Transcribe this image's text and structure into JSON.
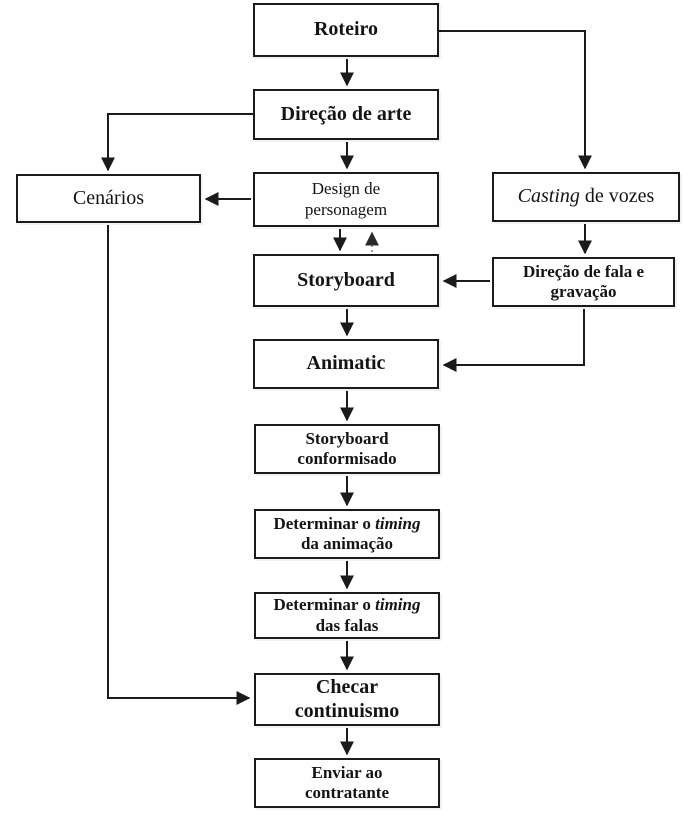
{
  "diagram": {
    "language": "pt-BR",
    "colors": {
      "ink": "#1b1b1b",
      "background": "#ffffff",
      "dashed_edge": "#999999"
    },
    "nodes": [
      {
        "id": "roteiro",
        "lines": [
          {
            "segments": [
              {
                "text": "Roteiro"
              }
            ]
          }
        ]
      },
      {
        "id": "direcao-de-arte",
        "lines": [
          {
            "segments": [
              {
                "text": "Direção de arte"
              }
            ]
          }
        ]
      },
      {
        "id": "cenarios",
        "lines": [
          {
            "segments": [
              {
                "text": "Cenários"
              }
            ]
          }
        ]
      },
      {
        "id": "design-de-personagem",
        "lines": [
          {
            "segments": [
              {
                "text": "Design de"
              }
            ]
          },
          {
            "segments": [
              {
                "text": "personagem"
              }
            ]
          }
        ]
      },
      {
        "id": "casting-de-vozes",
        "lines": [
          {
            "segments": [
              {
                "text": "Casting",
                "italic": true
              },
              {
                "text": " de vozes"
              }
            ]
          }
        ]
      },
      {
        "id": "storyboard",
        "lines": [
          {
            "segments": [
              {
                "text": "Storyboard"
              }
            ]
          }
        ]
      },
      {
        "id": "direcao-de-fala",
        "lines": [
          {
            "segments": [
              {
                "text": "Direção de fala e"
              }
            ]
          },
          {
            "segments": [
              {
                "text": "gravação"
              }
            ]
          }
        ]
      },
      {
        "id": "animatic",
        "lines": [
          {
            "segments": [
              {
                "text": "Animatic"
              }
            ]
          }
        ]
      },
      {
        "id": "storyboard-conformisado",
        "lines": [
          {
            "segments": [
              {
                "text": "Storyboard"
              }
            ]
          },
          {
            "segments": [
              {
                "text": "conformisado"
              }
            ]
          }
        ]
      },
      {
        "id": "timing-da-animacao",
        "lines": [
          {
            "segments": [
              {
                "text": "Determinar o "
              },
              {
                "text": "timing",
                "italic": true
              }
            ]
          },
          {
            "segments": [
              {
                "text": "da animação"
              }
            ]
          }
        ]
      },
      {
        "id": "timing-das-falas",
        "lines": [
          {
            "segments": [
              {
                "text": "Determinar o "
              },
              {
                "text": "timing",
                "italic": true
              }
            ]
          },
          {
            "segments": [
              {
                "text": "das falas"
              }
            ]
          }
        ]
      },
      {
        "id": "checar-continuismo",
        "lines": [
          {
            "segments": [
              {
                "text": "Checar continuismo"
              }
            ]
          }
        ]
      },
      {
        "id": "enviar-ao-contratante",
        "lines": [
          {
            "segments": [
              {
                "text": "Enviar ao"
              }
            ]
          },
          {
            "segments": [
              {
                "text": "contratante"
              }
            ]
          }
        ]
      }
    ],
    "edges": [
      {
        "from": "roteiro",
        "to": "direcao-de-arte",
        "style": "solid"
      },
      {
        "from": "roteiro",
        "to": "casting-de-vozes",
        "style": "solid"
      },
      {
        "from": "direcao-de-arte",
        "to": "design-de-personagem",
        "style": "solid"
      },
      {
        "from": "direcao-de-arte",
        "to": "cenarios",
        "style": "solid"
      },
      {
        "from": "design-de-personagem",
        "to": "cenarios",
        "style": "solid"
      },
      {
        "from": "design-de-personagem",
        "to": "storyboard",
        "style": "solid"
      },
      {
        "from": "storyboard",
        "to": "design-de-personagem",
        "style": "dashed"
      },
      {
        "from": "casting-de-vozes",
        "to": "direcao-de-fala",
        "style": "solid"
      },
      {
        "from": "direcao-de-fala",
        "to": "storyboard",
        "style": "solid"
      },
      {
        "from": "direcao-de-fala",
        "to": "animatic",
        "style": "solid"
      },
      {
        "from": "storyboard",
        "to": "animatic",
        "style": "solid"
      },
      {
        "from": "animatic",
        "to": "storyboard-conformisado",
        "style": "solid"
      },
      {
        "from": "storyboard-conformisado",
        "to": "timing-da-animacao",
        "style": "solid"
      },
      {
        "from": "timing-da-animacao",
        "to": "timing-das-falas",
        "style": "solid"
      },
      {
        "from": "timing-das-falas",
        "to": "checar-continuismo",
        "style": "solid"
      },
      {
        "from": "cenarios",
        "to": "checar-continuismo",
        "style": "solid"
      },
      {
        "from": "checar-continuismo",
        "to": "enviar-ao-contratante",
        "style": "solid"
      }
    ]
  }
}
